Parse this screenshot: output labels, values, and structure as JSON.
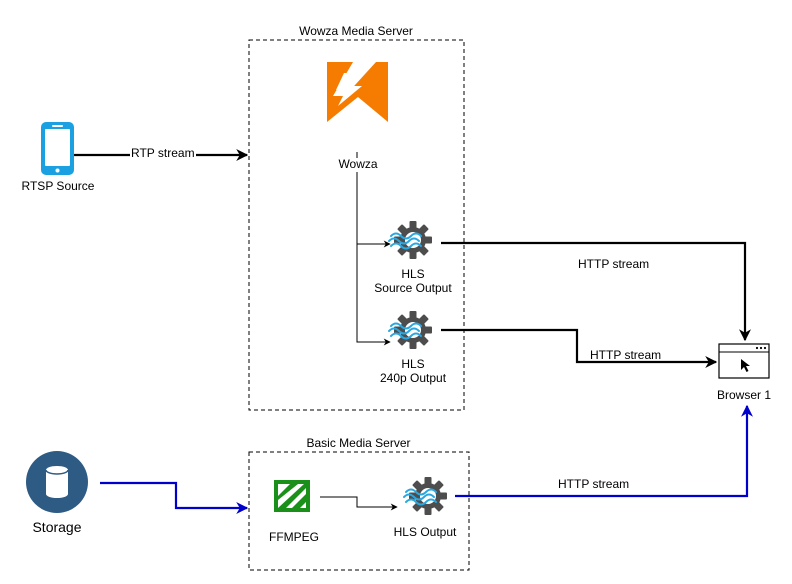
{
  "wowza_server": {
    "title": "Wowza Media Server",
    "logo_label": "Wowza"
  },
  "basic_server": {
    "title": "Basic Media Server"
  },
  "rtsp_source": {
    "label": "RTSP Source"
  },
  "rtp_edge": {
    "label": "RTP stream"
  },
  "hls_source": {
    "line1": "HLS",
    "line2": "Source Output"
  },
  "hls_240p": {
    "line1": "HLS",
    "line2": "240p Output"
  },
  "http_edges": [
    "HTTP stream",
    "HTTP stream",
    "HTTP stream"
  ],
  "browser": {
    "label": "Browser 1"
  },
  "storage": {
    "label": "Storage"
  },
  "ffmpeg": {
    "label": "FFMPEG"
  },
  "hls_output": {
    "label": "HLS Output"
  },
  "colors": {
    "phone": "#1ba1e2",
    "wowza_orange": "#f57c00",
    "storage_blue": "#2e5b84",
    "ffmpeg_green": "#1a8f1a",
    "blue_edge": "#0000cc",
    "gear": "#4d4d4d",
    "wave": "#29a7e1"
  }
}
